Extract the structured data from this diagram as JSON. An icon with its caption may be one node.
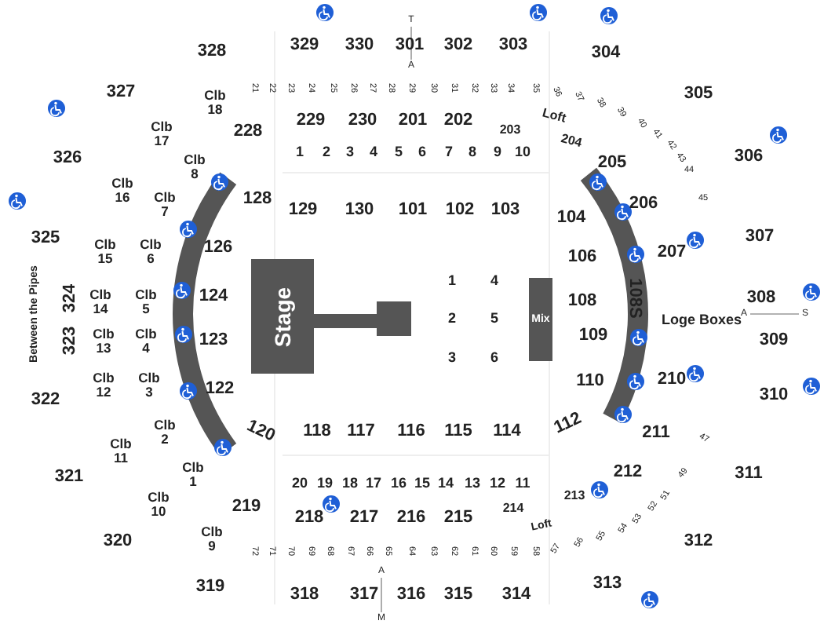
{
  "diagram": {
    "nodes": [
      {
        "text": [
          "Stage"
        ]
      },
      {
        "text": [
          "Mix"
        ]
      }
    ],
    "labels": [
      "T",
      "A",
      "328",
      "329",
      "330",
      "301",
      "302",
      "303",
      "304",
      "327",
      "21",
      "22",
      "23",
      "24",
      "25",
      "26",
      "27",
      "28",
      "29",
      "30",
      "31",
      "32",
      "33",
      "34",
      "35",
      "36",
      "37",
      "38",
      "39",
      "40",
      "41",
      "42",
      "43",
      "44",
      "45",
      "305",
      "Clb 18",
      "228",
      "229",
      "230",
      "201",
      "202",
      "203",
      "Loft",
      "204",
      "Clb 17",
      "326",
      "1",
      "2",
      "3",
      "4",
      "5",
      "6",
      "7",
      "8",
      "9",
      "10",
      "306",
      "205",
      "Clb 8",
      "Clb 16",
      "128",
      "129",
      "130",
      "101",
      "102",
      "103",
      "104",
      "206",
      "Clb 7",
      "325",
      "307",
      "Clb 15",
      "Clb 6",
      "126",
      "106",
      "207",
      "1",
      "4",
      "324",
      "Clb 14",
      "Clb 5",
      "124",
      "108",
      "108S",
      "Loge Boxes",
      "308",
      "A",
      "S",
      "Between the Pipes",
      "323",
      "Clb 13",
      "Clb 4",
      "123",
      "2",
      "5",
      "109",
      "309",
      "3",
      "6",
      "110",
      "210",
      "322",
      "Clb 12",
      "Clb 3",
      "122",
      "310",
      "120",
      "118",
      "117",
      "116",
      "115",
      "114",
      "112",
      "211",
      "Clb 2",
      "Clb 11",
      "47",
      "321",
      "Clb 1",
      "212",
      "49",
      "311",
      "20",
      "19",
      "18",
      "17",
      "16",
      "15",
      "14",
      "13",
      "12",
      "11",
      "Clb 10",
      "219",
      "213",
      "214",
      "218",
      "217",
      "216",
      "215",
      "Loft",
      "51",
      "52",
      "53",
      "54",
      "55",
      "56",
      "57",
      "Clb 9",
      "320",
      "312",
      "72",
      "71",
      "70",
      "69",
      "68",
      "67",
      "66",
      "65",
      "64",
      "63",
      "62",
      "61",
      "60",
      "59",
      "58",
      "A",
      "M",
      "319",
      "313",
      "318",
      "317",
      "316",
      "315",
      "314"
    ]
  }
}
